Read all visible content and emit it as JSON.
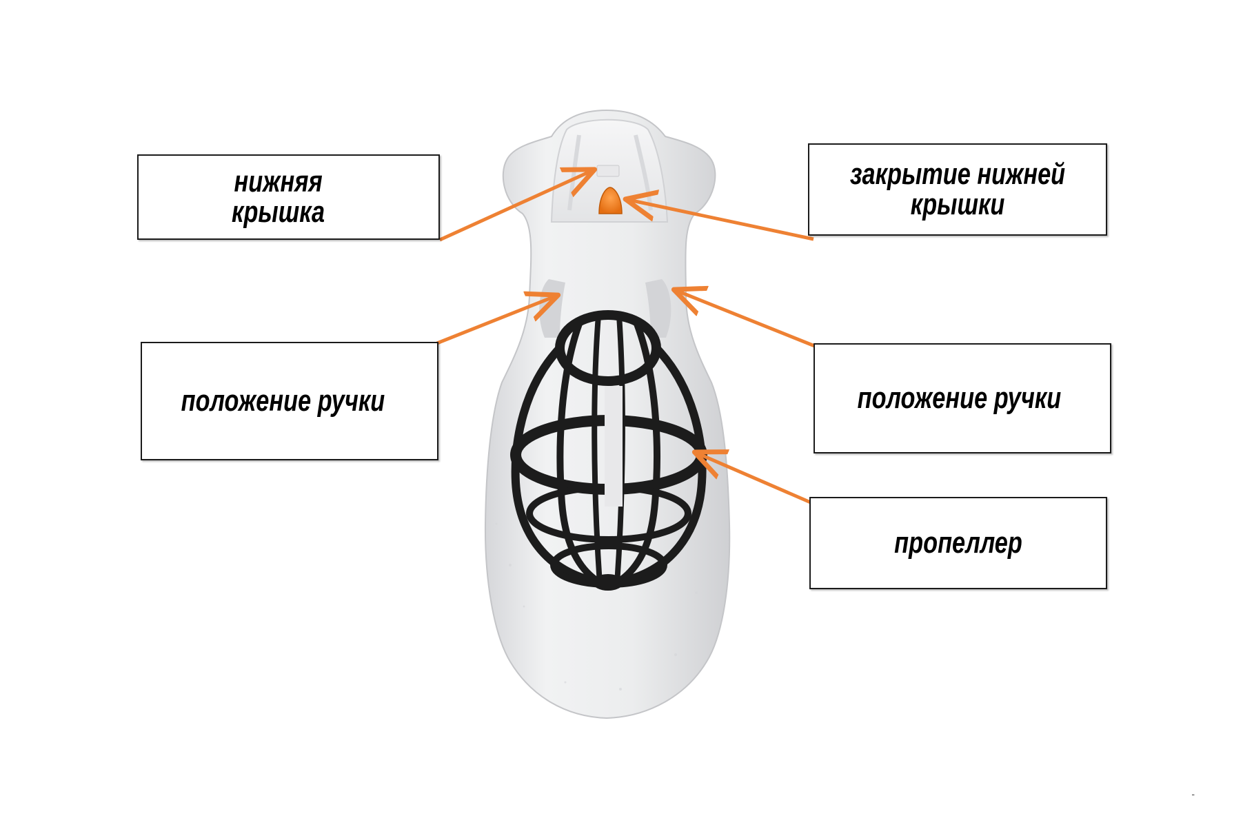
{
  "labels": {
    "lower_cover": "нижняя\nкрышка",
    "lower_cover_latch": "закрытие нижней\nкрышки",
    "handle_position_left": "положение  ручки",
    "handle_position_right": "положение  ручки",
    "propeller": "пропеллер"
  },
  "footer_mark": "-",
  "colors": {
    "arrow": "#ee8133",
    "hull": "#ecedee",
    "hull_shadow": "#c9cacd",
    "latch": "#f07c1c",
    "cage": "#1c1c1c",
    "box_border": "#1a1a1a"
  }
}
